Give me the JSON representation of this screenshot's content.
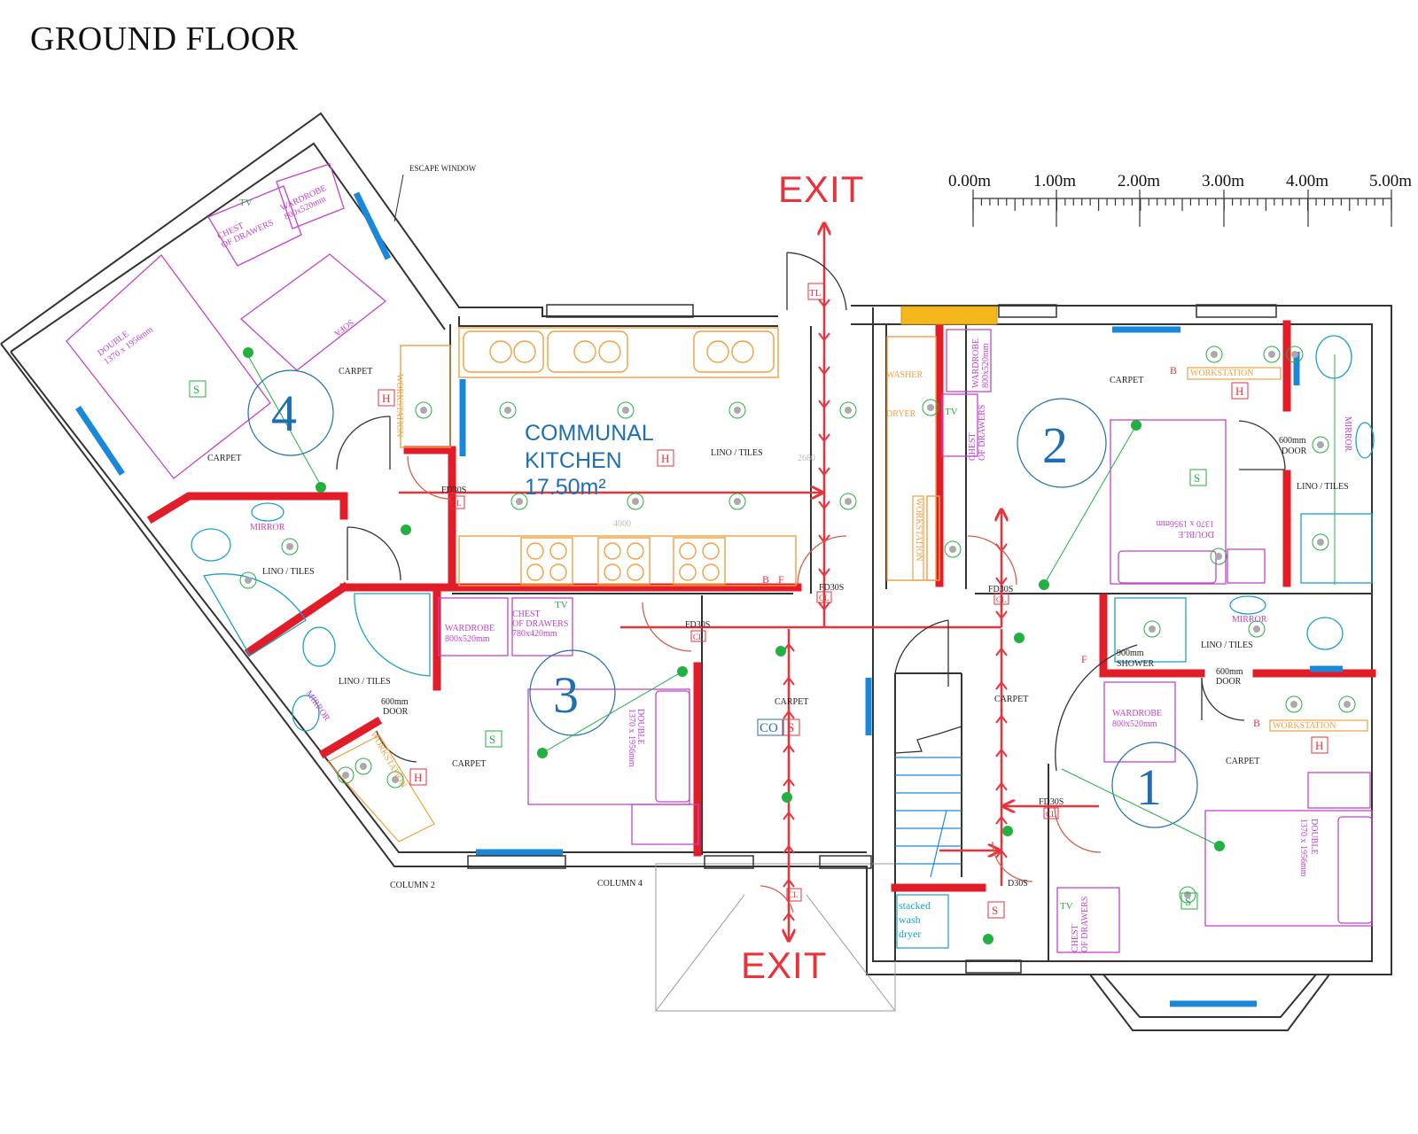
{
  "title": "GROUND FLOOR",
  "exits": [
    "EXIT",
    "EXIT"
  ],
  "scale": [
    "0.00m",
    "1.00m",
    "2.00m",
    "3.00m",
    "4.00m",
    "5.00m"
  ],
  "labels": {
    "escape_window": "ESCAPE WINDOW",
    "kitchen_line1": "COMMUNAL",
    "kitchen_line2": "KITCHEN",
    "kitchen_area": "17.50m²",
    "lino_tiles": "LINO / TILES",
    "carpet": "CARPET",
    "washer": "WASHER",
    "dryer": "DRYER",
    "workstation": "WORKSTATION",
    "wardrobe": "WARDROBE",
    "wardrobe_size": "800x520mm",
    "chest": "CHEST",
    "of_drawers": "OF DRAWERS",
    "chest_size": "780x420mm",
    "double": "DOUBLE",
    "double_size": "1370 x 1956mm",
    "mirror": "MIRROR",
    "door_600": "600mm",
    "door": "DOOR",
    "shower_900": "900mm",
    "shower": "SHOWER",
    "sofa": "SOFA",
    "stacked1": "stacked",
    "stacked2": "wash",
    "stacked3": "dryer",
    "column2": "COLUMN 2",
    "column4": "COLUMN 4",
    "fd30s": "FD30S",
    "d30s": "D30S",
    "cl": "CL",
    "tl": "TL",
    "co": "CO",
    "s": "S",
    "h": "H",
    "tv": "TV",
    "f": "F",
    "b": "B",
    "dim_4000": "4000",
    "dim_2680": "2680",
    "room1": "1",
    "room2": "2",
    "room3": "3",
    "room4": "4"
  },
  "colors": {
    "wall": "#333333",
    "fire_wall": "#e21d2a",
    "exit_route": "#e8323c",
    "room_number": "#1f6fb0",
    "furniture_magenta": "#c244c9",
    "kitchen_orange": "#f0a040",
    "sensor_green": "#22b040",
    "window_blue": "#1a88d8",
    "door_red": "#d06050"
  }
}
